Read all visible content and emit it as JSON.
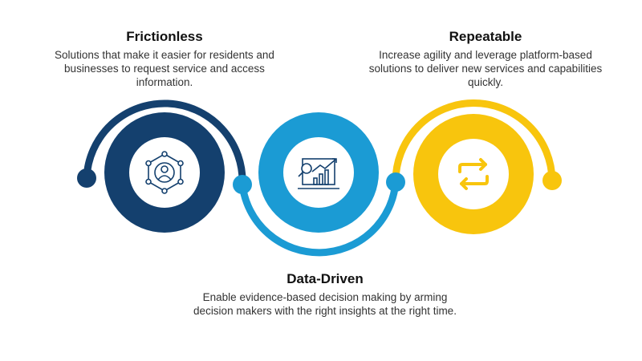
{
  "stages": [
    {
      "title": "Frictionless",
      "description": "Solutions that make it easier for residents and businesses to request service and access information.",
      "icon": "user-network-icon",
      "color": "#14406e"
    },
    {
      "title": "Data-Driven",
      "description": "Enable evidence-based decision making by arming decision makers with the right insights at the right time.",
      "icon": "analytics-chart-icon",
      "color": "#1b9bd4"
    },
    {
      "title": "Repeatable",
      "description": "Increase agility and leverage platform-based solutions to deliver new services and capabilities quickly.",
      "icon": "repeat-arrows-icon",
      "color": "#f8c50d"
    }
  ]
}
